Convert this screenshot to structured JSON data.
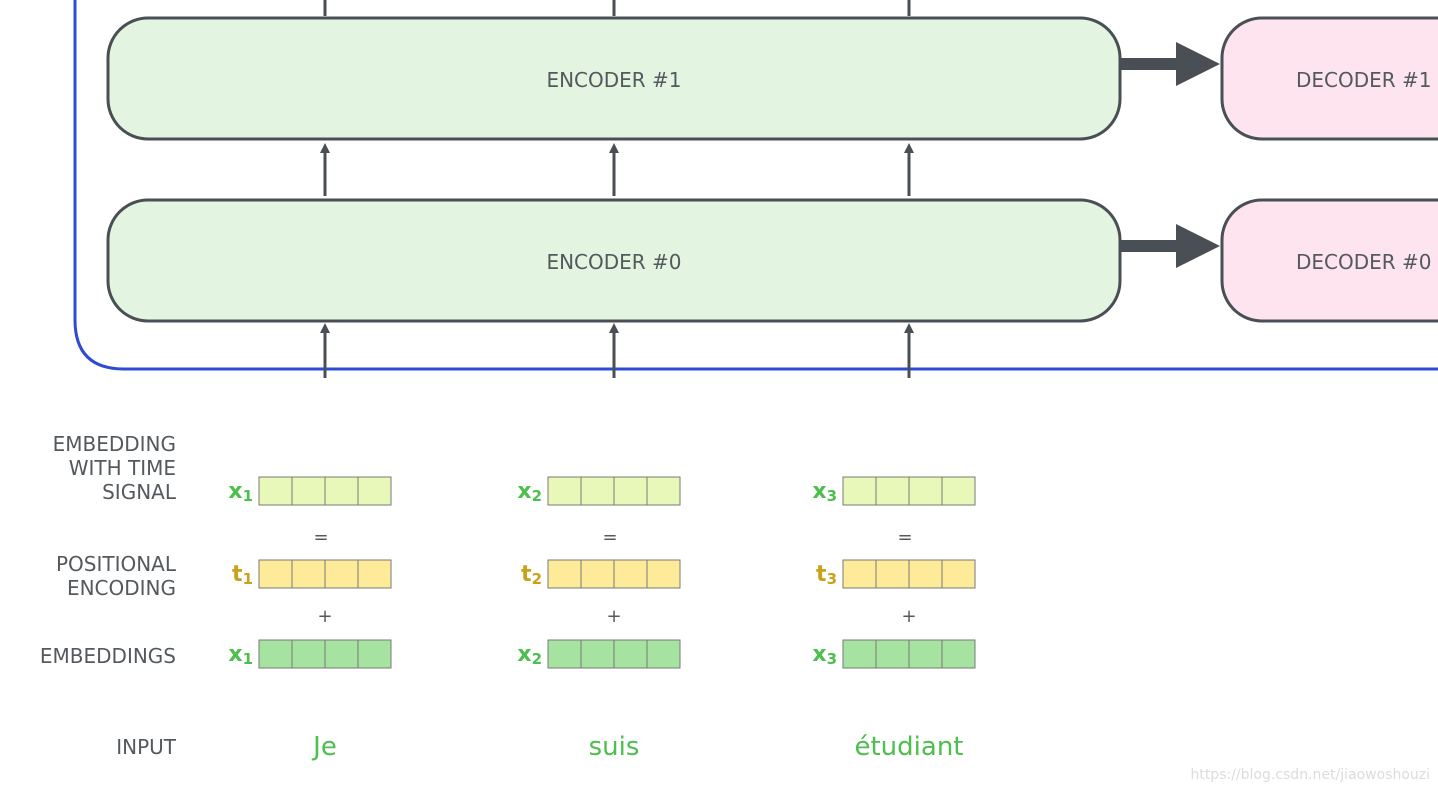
{
  "encoders": [
    {
      "label": "ENCODER #1"
    },
    {
      "label": "ENCODER #0"
    }
  ],
  "decoders": [
    {
      "label": "DECODER #1"
    },
    {
      "label": "DECODER #0"
    }
  ],
  "row_labels": {
    "embedding_with_time_signal": [
      "EMBEDDING",
      "WITH TIME",
      "SIGNAL"
    ],
    "positional_encoding": [
      "POSITIONAL",
      "ENCODING"
    ],
    "embeddings": "EMBEDDINGS",
    "input": "INPUT"
  },
  "operators": {
    "equals": "=",
    "plus": "+"
  },
  "columns": [
    {
      "word": "Je",
      "x_label": "x",
      "t_label": "t",
      "index": "1"
    },
    {
      "word": "suis",
      "x_label": "x",
      "t_label": "t",
      "index": "2"
    },
    {
      "word": "étudiant",
      "x_label": "x",
      "t_label": "t",
      "index": "3"
    }
  ],
  "vector_cells": 4,
  "colors": {
    "encoder_fill": "#e3f5e1",
    "decoder_fill": "#fde4ef",
    "box_stroke": "#4a4f55",
    "container_stroke": "#2f4bd6",
    "time_signal_cell": "#e8f8b8",
    "positional_cell": "#fdeb9a",
    "embedding_cell": "#a6e3a1",
    "x_label": "#4cbf4c",
    "t_label": "#c8a21a"
  },
  "watermark": "https://blog.csdn.net/jiaowoshouzi"
}
